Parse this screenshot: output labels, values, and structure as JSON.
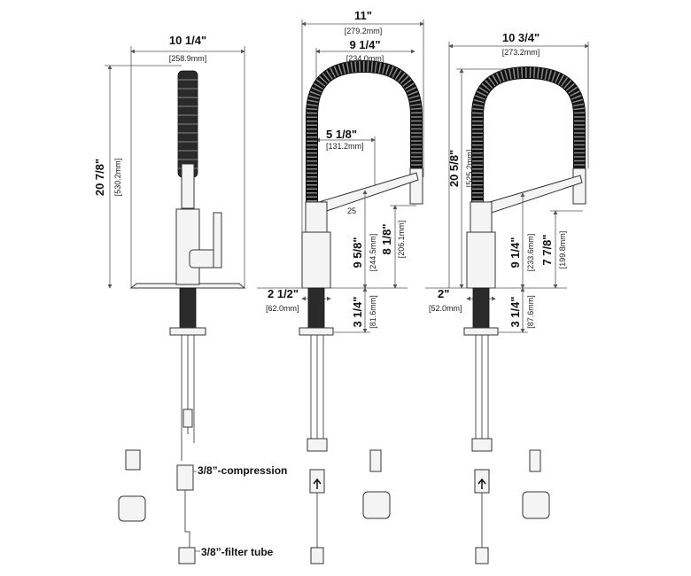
{
  "view1": {
    "width_label": "10 1/4\"",
    "width_mm": "[258.9mm]",
    "height_label": "20 7/8\"",
    "height_mm": "[530.2mm]",
    "compression_label": "3/8”-compression",
    "filter_tube_label": "3/8”-filter tube"
  },
  "view2": {
    "overall_label": "11\"",
    "overall_mm": "[279.2mm]",
    "reach_label": "9 1/4\"",
    "reach_mm": "[234.0mm]",
    "spout_label": "5 1/8\"",
    "spout_mm": "[131.2mm]",
    "angle_label": "25",
    "h1_label": "9 5/8\"",
    "h1_mm": "[244.5mm]",
    "h2_label": "8 1/8\"",
    "h2_mm": "[206.1mm]",
    "base_label": "2 1/2\"",
    "base_mm": "[62.0mm]",
    "shank_label": "3 1/4\"",
    "shank_mm": "[81.6mm]"
  },
  "view3": {
    "overall_label": "10 3/4\"",
    "overall_mm": "[273.2mm]",
    "height_label": "20 5/8\"",
    "height_mm": "[525.2mm]",
    "h1_label": "9 1/4\"",
    "h1_mm": "[233.6mm]",
    "h2_label": "7 7/8\"",
    "h2_mm": "[199.8mm]",
    "base_label": "2\"",
    "base_mm": "[52.0mm]",
    "shank_label": "3 1/4\"",
    "shank_mm": "[87.6mm]"
  }
}
